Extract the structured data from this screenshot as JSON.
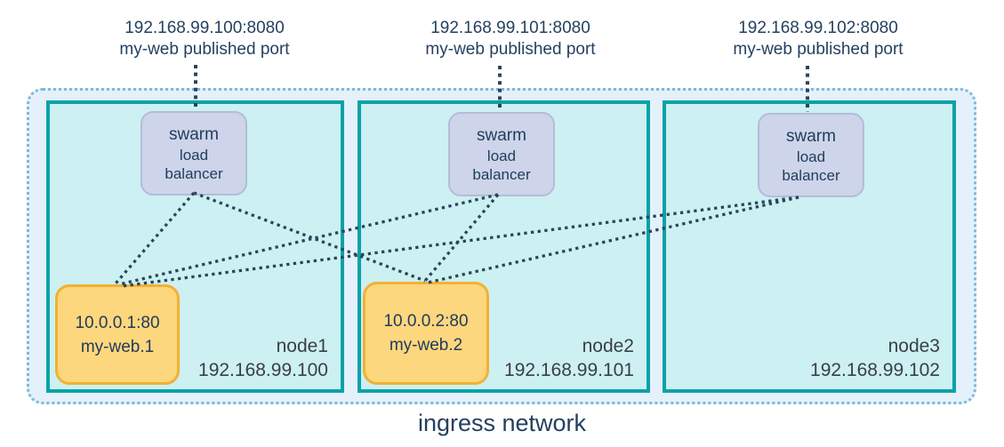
{
  "title": "ingress network",
  "published_ports": [
    {
      "address": "192.168.99.100:8080",
      "caption": "my-web published port"
    },
    {
      "address": "192.168.99.101:8080",
      "caption": "my-web published port"
    },
    {
      "address": "192.168.99.102:8080",
      "caption": "my-web published port"
    }
  ],
  "load_balancer": {
    "line1": "swarm",
    "line2": "load",
    "line3": "balancer"
  },
  "nodes": [
    {
      "name": "node1",
      "ip": "192.168.99.100"
    },
    {
      "name": "node2",
      "ip": "192.168.99.101"
    },
    {
      "name": "node3",
      "ip": "192.168.99.102"
    }
  ],
  "tasks": [
    {
      "address": "10.0.0.1:80",
      "name": "my-web.1",
      "node": "node1"
    },
    {
      "address": "10.0.0.2:80",
      "name": "my-web.2",
      "node": "node2"
    }
  ],
  "connections": [
    {
      "from": "published-port-1",
      "to": "node1-load-balancer"
    },
    {
      "from": "published-port-2",
      "to": "node2-load-balancer"
    },
    {
      "from": "published-port-3",
      "to": "node3-load-balancer"
    },
    {
      "from": "node1-load-balancer",
      "to": "my-web.1"
    },
    {
      "from": "node1-load-balancer",
      "to": "my-web.2"
    },
    {
      "from": "node2-load-balancer",
      "to": "my-web.1"
    },
    {
      "from": "node2-load-balancer",
      "to": "my-web.2"
    },
    {
      "from": "node3-load-balancer",
      "to": "my-web.1"
    },
    {
      "from": "node3-load-balancer",
      "to": "my-web.2"
    }
  ],
  "colors": {
    "ingress_fill": "#e4f1fa",
    "ingress_border": "#7eb9da",
    "node_fill": "#cdf0f2",
    "node_border": "#0aa2a8",
    "lb_fill": "#ced4e9",
    "lb_border": "#b3bcda",
    "task_fill": "#fcd77d",
    "task_border": "#f2b134",
    "wire": "#2b4558",
    "text_navy": "#25415f",
    "text_node": "#3a3f44"
  }
}
